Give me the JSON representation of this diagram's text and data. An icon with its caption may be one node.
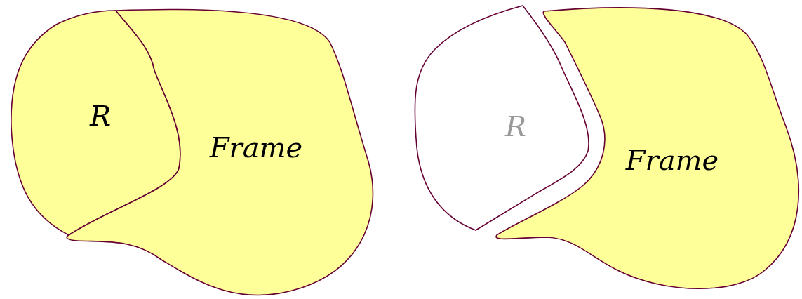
{
  "diagram": {
    "nodes": [
      {
        "text": [
          "R"
        ]
      },
      {
        "text": [
          "Frame"
        ]
      },
      {
        "text": [
          "R"
        ]
      },
      {
        "text": [
          "Frame"
        ]
      }
    ]
  }
}
